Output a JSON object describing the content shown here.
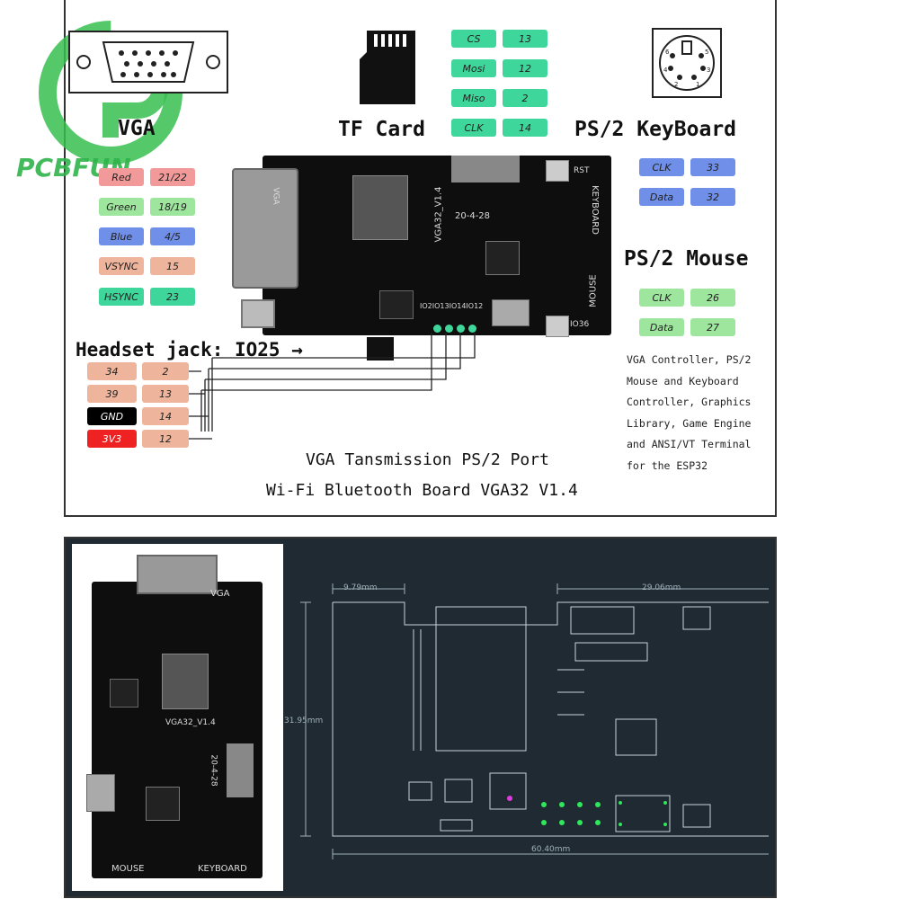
{
  "watermark": {
    "brand": "PCBFUN"
  },
  "top": {
    "vga": {
      "heading": "VGA",
      "pins": [
        {
          "name": "Red",
          "value": "21/22",
          "color": "#f29a9a"
        },
        {
          "name": "Green",
          "value": "18/19",
          "color": "#9ee59e"
        },
        {
          "name": "Blue",
          "value": "4/5",
          "color": "#6f8fe8"
        },
        {
          "name": "VSYNC",
          "value": "15",
          "color": "#eeb59c"
        },
        {
          "name": "HSYNC",
          "value": "23",
          "color": "#3fd69b"
        }
      ]
    },
    "tf_card": {
      "heading": "TF Card",
      "pins": [
        {
          "name": "CS",
          "value": "13"
        },
        {
          "name": "Mosi",
          "value": "12"
        },
        {
          "name": "Miso",
          "value": "2"
        },
        {
          "name": "CLK",
          "value": "14"
        }
      ]
    },
    "ps2_keyboard": {
      "heading": "PS/2 KeyBoard",
      "pins": [
        {
          "name": "CLK",
          "value": "33"
        },
        {
          "name": "Data",
          "value": "32"
        }
      ]
    },
    "ps2_mouse": {
      "heading": "PS/2 Mouse",
      "pins": [
        {
          "name": "CLK",
          "value": "26"
        },
        {
          "name": "Data",
          "value": "27"
        }
      ]
    },
    "headset": {
      "label": "Headset jack: IO25 →"
    },
    "io_pins": [
      {
        "left": "34",
        "right": "2",
        "left_color": "#eeb59c"
      },
      {
        "left": "39",
        "right": "13",
        "left_color": "#eeb59c"
      },
      {
        "left": "GND",
        "right": "14",
        "left_color": "#000000"
      },
      {
        "left": "3V3",
        "right": "12",
        "left_color": "#ee2222"
      }
    ],
    "description_lines": [
      "VGA Controller, PS/2",
      "Mouse and Keyboard",
      "Controller, Graphics",
      "Library, Game Engine",
      "and ANSI/VT Terminal",
      "for the ESP32"
    ],
    "caption_line1": "VGA Tansmission PS/2 Port",
    "caption_line2": "Wi-Fi Bluetooth Board VGA32 V1.4",
    "board_labels": {
      "vga": "VGA",
      "model": "VGA32_V1.4",
      "date": "20-4-28",
      "keyboard": "KEYBOARD",
      "mouse": "MOUSE",
      "rst": "RST",
      "io36": "IO36",
      "io_header": "IO2IO13IO14IO12"
    }
  },
  "bottom": {
    "board_labels": {
      "vga": "VGA",
      "model": "VGA32_V1.4",
      "date": "20-4-28",
      "mouse": "MOUSE",
      "keyboard": "KEYBOARD"
    },
    "dimensions": {
      "left_top": "9.79mm",
      "right_top": "29.06mm",
      "height": "31.95mm",
      "width": "60.40mm"
    }
  }
}
